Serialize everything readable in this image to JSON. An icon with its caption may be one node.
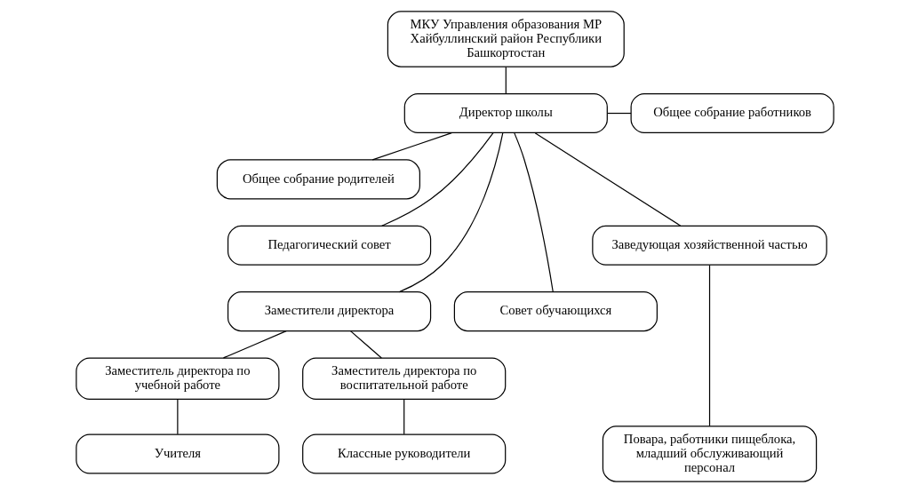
{
  "diagram": {
    "nodes": [
      {
        "text": [
          "МКУ Управления образования МР Хайбуллинский район Республики Башкортостан"
        ]
      },
      {
        "text": [
          "Общее собрание работников"
        ]
      },
      {
        "text": [
          "Директор школы"
        ]
      },
      {
        "text": [
          "Общее собрание родителей"
        ]
      },
      {
        "text": [
          "Педагогический совет"
        ]
      },
      {
        "text": [
          "Заместители директора"
        ]
      },
      {
        "text": [
          "Совет обучающихся"
        ]
      },
      {
        "text": [
          "Заведующая хозяйственной частью"
        ]
      },
      {
        "text": [
          "Заместитель директора по учебной работе"
        ]
      },
      {
        "text": [
          "Заместитель директора по воспитательной работе"
        ]
      },
      {
        "text": [
          "Учителя"
        ]
      },
      {
        "text": [
          "Классные руководители"
        ]
      },
      {
        "text": [
          "Повара, работники пищеблока, младший обслуживающий персонал"
        ]
      }
    ],
    "edges": [
      {
        "from": 0,
        "to": 2,
        "arrow": "none"
      },
      {
        "from": 2,
        "to": 1,
        "arrow": "none"
      },
      {
        "from": 2,
        "to": 3,
        "arrow": "none"
      },
      {
        "from": 2,
        "to": 4,
        "arrow": "none"
      },
      {
        "from": 2,
        "to": 5,
        "arrow": "none"
      },
      {
        "from": 2,
        "to": 6,
        "arrow": "none"
      },
      {
        "from": 2,
        "to": 7,
        "arrow": "none"
      },
      {
        "from": 5,
        "to": 8,
        "arrow": "none"
      },
      {
        "from": 5,
        "to": 9,
        "arrow": "none"
      },
      {
        "from": 8,
        "to": 10,
        "arrow": "none"
      },
      {
        "from": 9,
        "to": 11,
        "arrow": "none"
      },
      {
        "from": 7,
        "to": 12,
        "arrow": "none"
      }
    ]
  }
}
